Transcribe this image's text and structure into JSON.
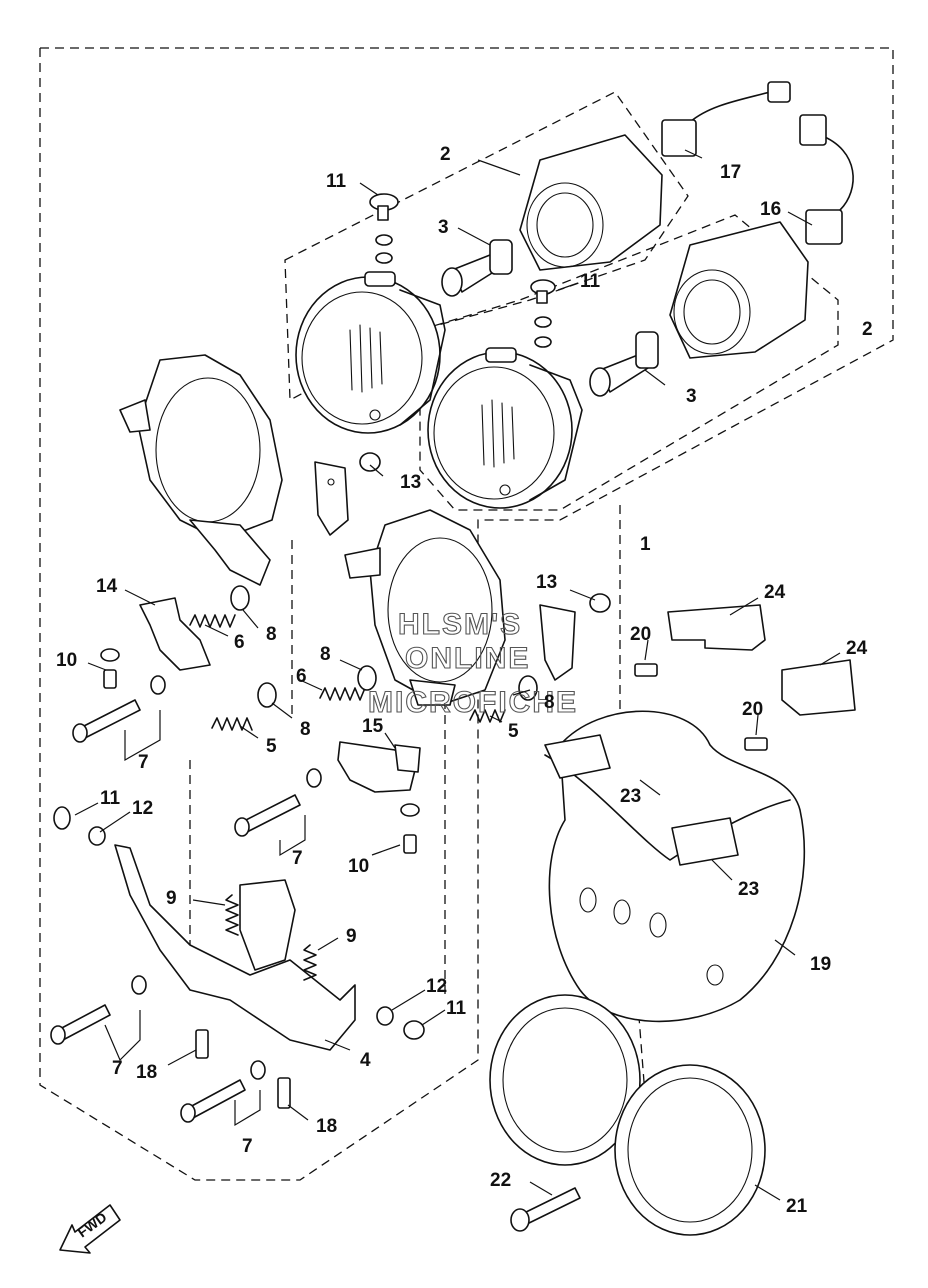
{
  "watermark": {
    "line1": "HLSM'S",
    "line2": "ONLINE",
    "line3": "MICROFICHE"
  },
  "fwd_label": "FWD",
  "callouts": {
    "c1": "1",
    "c2a": "2",
    "c2b": "2",
    "c3a": "3",
    "c3b": "3",
    "c4": "4",
    "c5a": "5",
    "c5b": "5",
    "c6a": "6",
    "c6b": "6",
    "c7a": "7",
    "c7b": "7",
    "c7c": "7",
    "c7d": "7",
    "c8a": "8",
    "c8b": "8",
    "c8c": "8",
    "c8d": "8",
    "c9a": "9",
    "c9b": "9",
    "c10a": "10",
    "c10b": "10",
    "c11a": "11",
    "c11b": "11",
    "c11c": "11",
    "c11d": "11",
    "c12a": "12",
    "c12b": "12",
    "c13a": "13",
    "c13b": "13",
    "c14": "14",
    "c15": "15",
    "c16": "16",
    "c17": "17",
    "c18a": "18",
    "c18b": "18",
    "c19": "19",
    "c20a": "20",
    "c20b": "20",
    "c21": "21",
    "c22": "22",
    "c23a": "23",
    "c23b": "23",
    "c24a": "24",
    "c24b": "24"
  }
}
